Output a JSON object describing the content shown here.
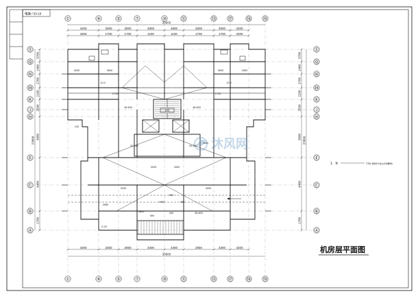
{
  "drawing": {
    "title": "机房层平面图",
    "sheet_label": "电施 / 03-18",
    "watermark": "沐风网",
    "note_marker": "1.",
    "note_symbol": "⑨",
    "note_text": "TS0-8500+(b)-D40",
    "note_value": "886"
  },
  "axes_top": [
    "①",
    "④",
    "⑤",
    "⑦",
    "⑩",
    "⑪",
    "⑬",
    "⑰",
    "⑱",
    "⑲"
  ],
  "axes_bottom": [
    "①",
    "④",
    "⑤",
    "⑦",
    "⑩",
    "⑪",
    "⑬",
    "⑰",
    "⑱",
    "⑲"
  ],
  "axes_left": [
    "Ⓢ",
    "Ⓠ",
    "Ⓝ",
    "Ⓜ",
    "Ⓚ",
    "Ⓙ",
    "Ⓗ",
    "Ⓔ",
    "Ⓒ",
    "Ⓑ",
    "Ⓐ"
  ],
  "axes_right": [
    "Ⓢ",
    "Ⓠ",
    "Ⓝ",
    "Ⓜ",
    "Ⓚ",
    "Ⓙ",
    "Ⓗ",
    "Ⓔ",
    "Ⓒ",
    "Ⓑ",
    "Ⓐ"
  ],
  "dims_top_row1": [
    "4200",
    "3000",
    "3000",
    "4800",
    "4800",
    "3000",
    "3000",
    "4200"
  ],
  "dims_top_row2": [
    "4200",
    "1700",
    "1700",
    "1100",
    "1100",
    "1700",
    "1700",
    "4200"
  ],
  "dims_top_total": "30600",
  "dims_bottom_row1": [
    "4200",
    "3300",
    "2850",
    "3400",
    "3400",
    "2850",
    "3300",
    "4200"
  ],
  "dims_bottom_total": "30600",
  "dims_left": [
    "3700",
    "1400",
    "2700",
    "2100",
    "2500",
    "3000",
    "4400",
    "1700"
  ],
  "dims_left_total": "23800",
  "dims_right": [
    "3700",
    "1400",
    "2700",
    "2100",
    "2500",
    "3000",
    "4400",
    "1700"
  ],
  "dims_right_total": "23800",
  "interior_labels": [
    "4200",
    "3600",
    "3600",
    "1800",
    "2700",
    "1700",
    "2850",
    "3000",
    "3200",
    "3200",
    "3400",
    "400",
    "500",
    "3800",
    "45.800",
    "45.800",
    "48.800",
    "51.850",
    "51.850",
    "12:0",
    "12:0",
    "800",
    "300",
    "1900",
    "2550",
    "0.25",
    "120"
  ]
}
